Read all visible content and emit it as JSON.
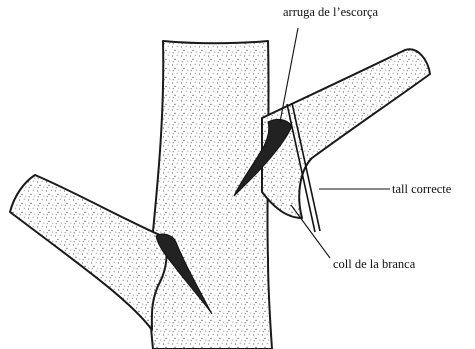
{
  "labels": {
    "bark_ridge": "arruga de l’escorça",
    "correct_cut": "tall correcte",
    "branch_collar": "coll de la branca"
  }
}
